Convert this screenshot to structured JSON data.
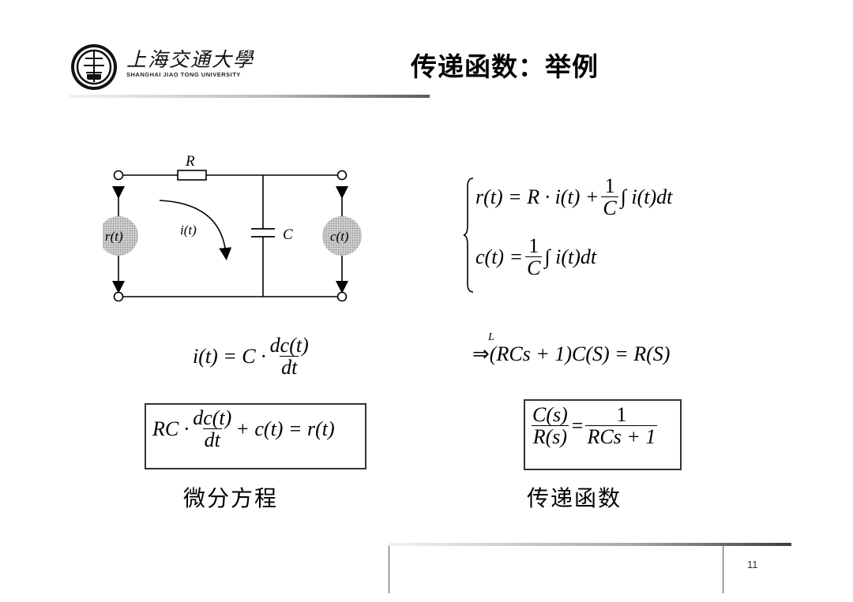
{
  "header": {
    "university_name_cn": "上海交通大學",
    "university_name_en": "SHANGHAI  JIAO TONG  UNIVERSITY",
    "slide_title": "传递函数：举例"
  },
  "circuit": {
    "resistor_label": "R",
    "capacitor_label": "C",
    "current_label": "i(t)",
    "input_label": "r(t)",
    "output_label": "c(t)"
  },
  "equations": {
    "system_eq1_lhs": "r(t) = R · i(t) + ",
    "system_eq1_frac_num": "1",
    "system_eq1_frac_den": "C",
    "system_eq1_tail": "∫ i(t)dt",
    "system_eq2_lhs": "c(t) = ",
    "system_eq2_frac_num": "1",
    "system_eq2_frac_den": "C",
    "system_eq2_tail": "∫ i(t)dt",
    "current_lhs": "i(t) = C · ",
    "current_frac_num": "dc(t)",
    "current_frac_den": "dt",
    "laplace_marker": "L",
    "laplace_arrow": "⇒",
    "laplace_eq": "(RCs + 1)C(S) = R(S)",
    "ode_lhs": "RC · ",
    "ode_frac_num": "dc(t)",
    "ode_frac_den": "dt",
    "ode_rhs": " + c(t) = r(t)",
    "tf_num": "C(s)",
    "tf_den": "R(s)",
    "tf_equals": " = ",
    "tf_rhs_num": "1",
    "tf_rhs_den": "RCs + 1"
  },
  "captions": {
    "differential_equation": "微分方程",
    "transfer_function": "传递函数"
  },
  "footer": {
    "page_number": "11"
  }
}
